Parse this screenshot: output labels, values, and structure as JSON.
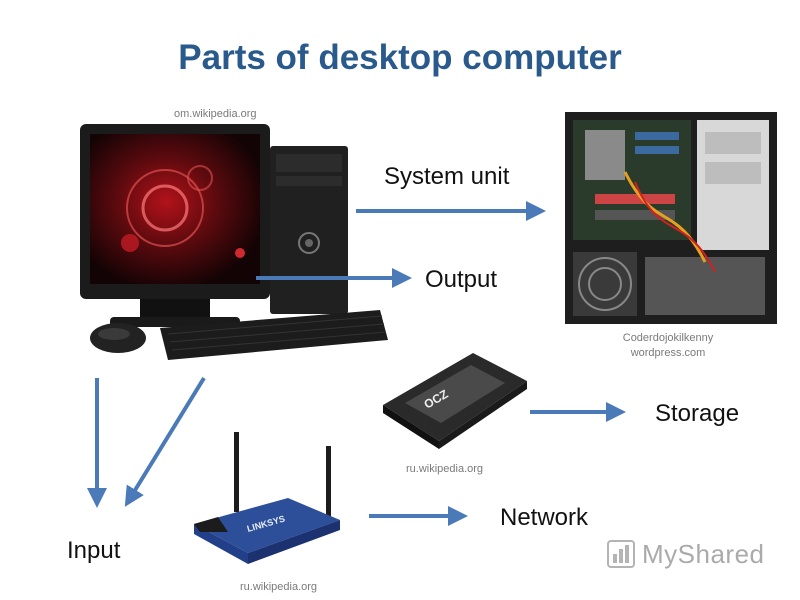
{
  "title": "Parts of desktop computer",
  "colors": {
    "title": "#2a5a8c",
    "arrow": "#4a7ab8",
    "text": "#111111",
    "credit": "#7a7a7a"
  },
  "credits": {
    "computer": "om.wikipedia.org",
    "system_unit_line1": "Coderdojokilkenny",
    "system_unit_line2": "wordpress.com",
    "ssd": "ru.wikipedia.org",
    "router": "ru.wikipedia.org"
  },
  "labels": {
    "system_unit": "System unit",
    "output": "Output",
    "storage": "Storage",
    "network": "Network",
    "input": "Input"
  },
  "images": {
    "computer": "desktop-computer-image",
    "system_unit": "open-system-unit-image",
    "ssd": "ssd-drive-image",
    "router": "wireless-router-image"
  },
  "ssd_brand": "OCZ",
  "router_brand": "LINKSYS",
  "watermark": "MyShared"
}
